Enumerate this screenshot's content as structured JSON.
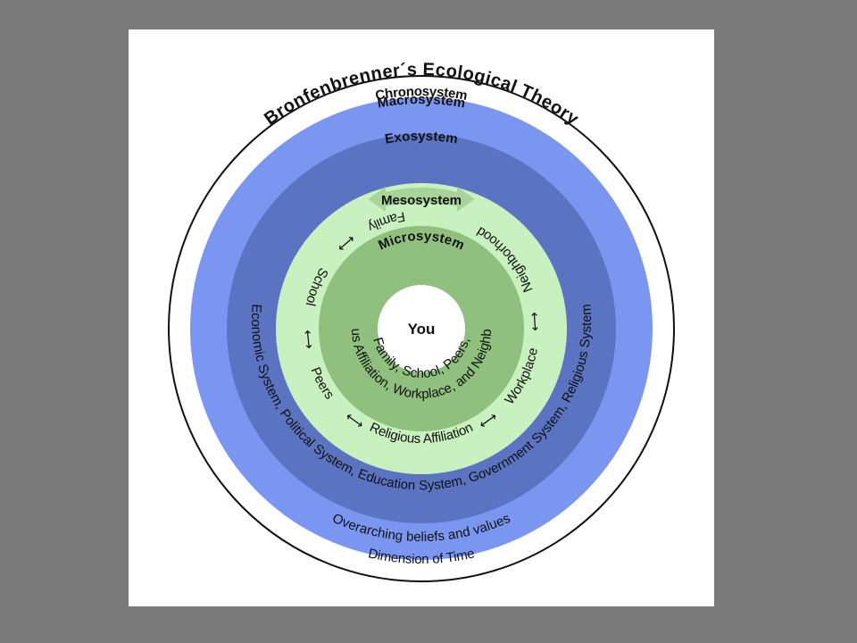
{
  "title": "Bronfenbrenner´s Ecological Theory",
  "layers": {
    "chronosystem": {
      "label": "Chronosystem",
      "description": "Dimension of Time"
    },
    "macrosystem": {
      "label": "Macrosystem",
      "description": "Overarching beliefs and values"
    },
    "exosystem": {
      "label": "Exosystem",
      "description": "Economic System, Political System, Education System, Government System, Religious System"
    },
    "mesosystem": {
      "label": "Mesosystem"
    },
    "microsystem": {
      "label": "Microsystem",
      "description_line1": "Religious Affiliation, Workplace, and Neighborhood",
      "description_line2": "Family, School, Peers,"
    },
    "center": {
      "label": "You"
    }
  },
  "mesosystem_links": {
    "family": "Family",
    "school": "School",
    "peers": "Peers",
    "religious_affiliation": "Religious Affiliation",
    "workplace": "Workplace",
    "neighborhood": "Neighborhood",
    "connector": "⟷"
  },
  "colors": {
    "background": "#7a7a7a",
    "panel": "#ffffff",
    "chronosystem": "#ffffff",
    "macrosystem": "#7a96f0",
    "exosystem": "#5a74c2",
    "mesosystem": "#c9f0bf",
    "microsystem": "#8fc07e",
    "center": "#ffffff"
  }
}
